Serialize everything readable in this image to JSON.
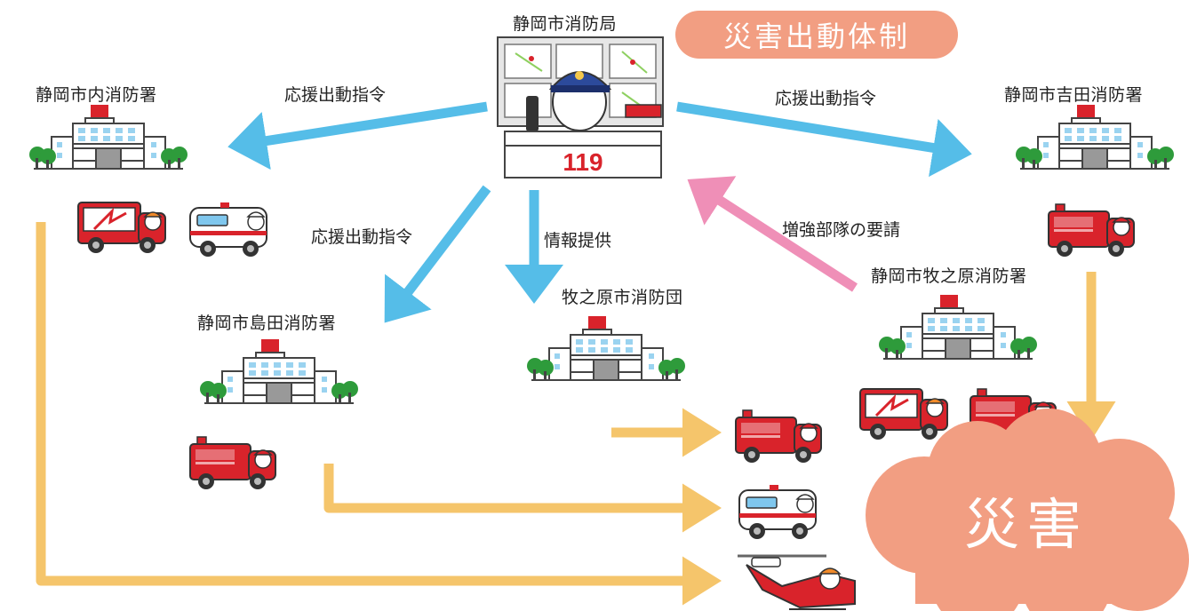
{
  "header": {
    "title": "災害出動体制"
  },
  "nodes": {
    "hq": "静岡市消防局",
    "naibu": "静岡市内消防署",
    "yoshida": "静岡市吉田消防署",
    "shimada": "静岡市島田消防署",
    "makinohara_dan": "牧之原市消防団",
    "makinohara_sho": "静岡市牧之原消防署"
  },
  "hq_sign": "119",
  "arrows": {
    "to_naibu": "応援出動指令",
    "to_yoshida": "応援出動指令",
    "to_shimada": "応援出動指令",
    "to_makinohara_dan": "情報提供",
    "from_makinohara_sho": "増強部隊の要請"
  },
  "disaster": "災害",
  "colors": {
    "blue_arrow": "#55bde8",
    "pink_arrow": "#ef8fb7",
    "yellow_arrow": "#f5c56b",
    "pill": "#f29e82",
    "cloud": "#f29e82",
    "fire_red": "#d9232b"
  }
}
